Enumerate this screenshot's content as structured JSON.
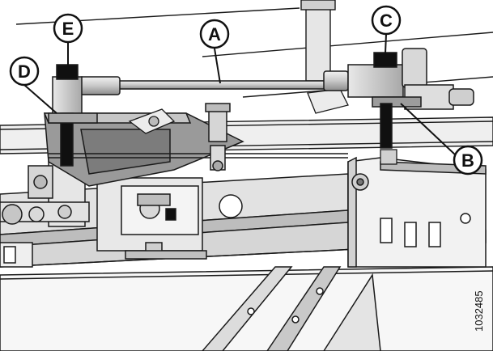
{
  "diagram": {
    "callouts": {
      "a": "A",
      "b": "B",
      "c": "C",
      "d": "D",
      "e": "E"
    },
    "figure_number": "1032485"
  },
  "colors": {
    "line": "#1a1a1a",
    "metal_light": "#dcdcdc",
    "metal_mid": "#b5b5b5",
    "metal_dark": "#8a8a8a",
    "black": "#101010"
  }
}
